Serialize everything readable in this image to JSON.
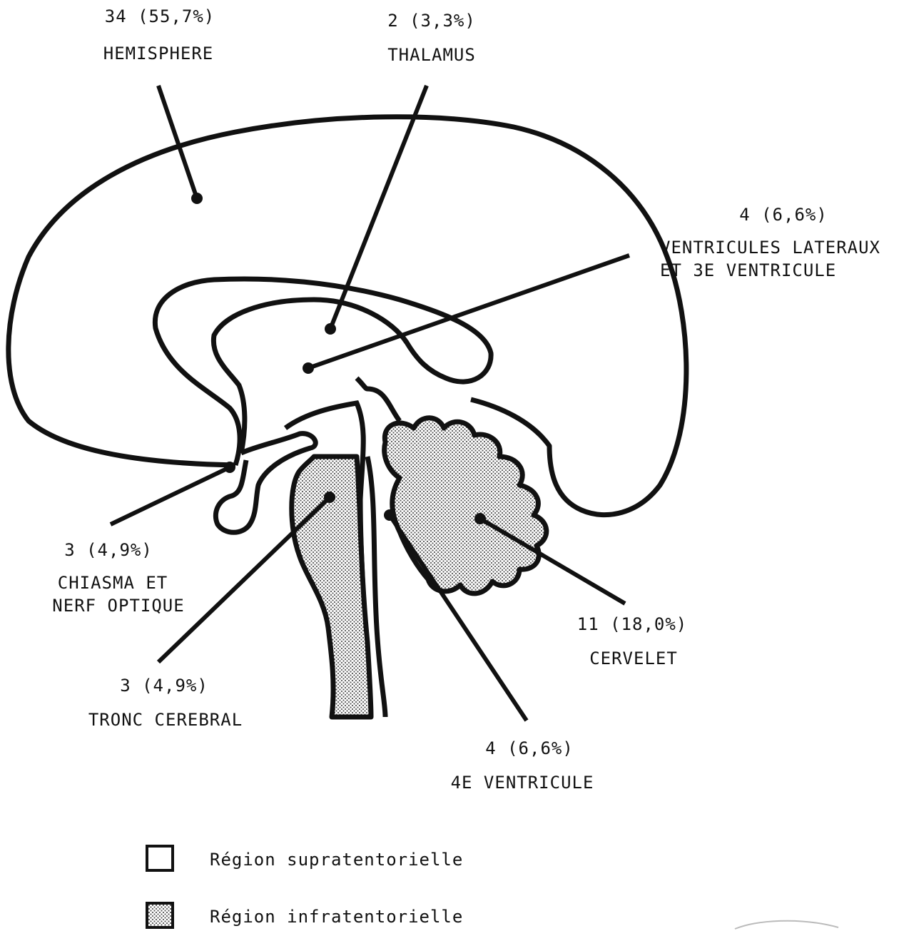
{
  "regions": {
    "hemisphere": {
      "count": "34 (55,7%)",
      "name": "HEMISPHERE"
    },
    "thalamus": {
      "count": "2 (3,3%)",
      "name": "THALAMUS"
    },
    "ventricles": {
      "count": "4 (6,6%)",
      "name_line1": "VENTRICULES LATERAUX",
      "name_line2": "ET 3E VENTRICULE"
    },
    "chiasma": {
      "count": "3 (4,9%)",
      "name_line1": "CHIASMA ET",
      "name_line2": "NERF OPTIQUE"
    },
    "brainstem": {
      "count": "3 (4,9%)",
      "name": "TRONC CEREBRAL"
    },
    "cerebellum": {
      "count": "11 (18,0%)",
      "name": "CERVELET"
    },
    "fourth_ventricle": {
      "count": "4 (6,6%)",
      "name": "4E VENTRICULE"
    }
  },
  "legend": {
    "supratentorial": "Région supratentorielle",
    "infratentorial": "Région infratentorielle"
  },
  "colors": {
    "stroke": "#111111",
    "fill": "#ffffff",
    "shade": "#c8c8c8"
  }
}
